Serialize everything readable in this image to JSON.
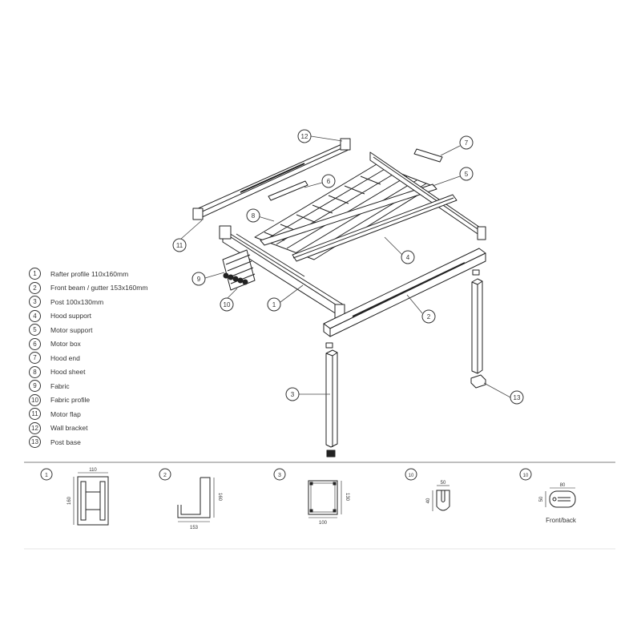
{
  "legend": [
    {
      "num": "1",
      "label": "Rafter profile 110x160mm"
    },
    {
      "num": "2",
      "label": "Front beam / gutter 153x160mm"
    },
    {
      "num": "3",
      "label": "Post 100x130mm"
    },
    {
      "num": "4",
      "label": "Hood support"
    },
    {
      "num": "5",
      "label": "Motor support"
    },
    {
      "num": "6",
      "label": "Motor box"
    },
    {
      "num": "7",
      "label": "Hood end"
    },
    {
      "num": "8",
      "label": "Hood sheet"
    },
    {
      "num": "9",
      "label": "Fabric"
    },
    {
      "num": "10",
      "label": "Fabric profile"
    },
    {
      "num": "11",
      "label": "Motor flap"
    },
    {
      "num": "12",
      "label": "Wall bracket"
    },
    {
      "num": "13",
      "label": "Post base"
    }
  ],
  "callouts": {
    "c1": "1",
    "c2": "2",
    "c3": "3",
    "c4": "4",
    "c5": "5",
    "c6": "6",
    "c7": "7",
    "c8": "8",
    "c9": "9",
    "c10": "10",
    "c11": "11",
    "c12": "12",
    "c13": "13"
  },
  "sections": [
    {
      "num": "1",
      "dims": [
        "110",
        "160"
      ]
    },
    {
      "num": "2",
      "dims": [
        "160",
        "153"
      ]
    },
    {
      "num": "3",
      "dims": [
        "130",
        "100"
      ]
    },
    {
      "num": "10",
      "dims": [
        "50",
        "40"
      ]
    },
    {
      "num": "10",
      "dims": [
        "80",
        "50"
      ],
      "caption": "Front/back"
    }
  ]
}
